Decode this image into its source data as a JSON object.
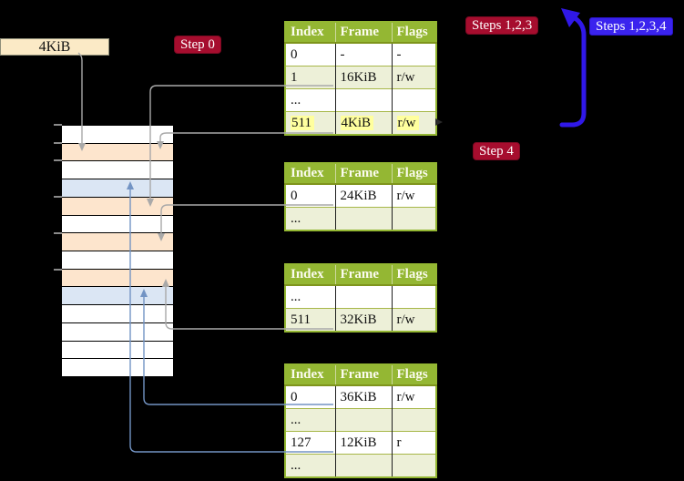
{
  "colors": {
    "background": "#000000",
    "frame_label_bg": "#fbeac6",
    "crimson_badge": "#a60d2e",
    "violet_badge": "#3a23ee",
    "violet_arrow": "#3018e8",
    "table_header_green": "#94b733",
    "table_row_green": "#edf0d8",
    "highlight_yellow": "#ffff9e",
    "mem_white": "#ffffff",
    "mem_peach": "#fde5cd",
    "mem_blue": "#dbe6f4",
    "arrow_gray": "#a9a9a9",
    "arrow_steel_blue": "#7394c4"
  },
  "frame_label": {
    "text": "4KiB"
  },
  "badges": {
    "step0": {
      "text": "Step 0"
    },
    "steps123": {
      "text": "Steps 1,2,3"
    },
    "steps1234": {
      "text": "Steps 1,2,3,4"
    },
    "step4": {
      "text": "Step 4"
    }
  },
  "memory_strip": {
    "row_colors": [
      "#ffffff",
      "#fde5cd",
      "#ffffff",
      "#dbe6f4",
      "#fde5cd",
      "#ffffff",
      "#fde5cd",
      "#ffffff",
      "#fde5cd",
      "#dbe6f4",
      "#ffffff",
      "#ffffff",
      "#ffffff",
      "#ffffff"
    ]
  },
  "tables": [
    {
      "headers": [
        "Index",
        "Frame",
        "Flags"
      ],
      "rows": [
        {
          "cells": [
            "0",
            "-",
            "-"
          ]
        },
        {
          "cells": [
            "1",
            "16KiB",
            "r/w"
          ]
        },
        {
          "cells": [
            "...",
            "",
            ""
          ]
        },
        {
          "cells": [
            "511",
            "4KiB",
            "r/w"
          ]
        }
      ]
    },
    {
      "headers": [
        "Index",
        "Frame",
        "Flags"
      ],
      "rows": [
        {
          "cells": [
            "0",
            "24KiB",
            "r/w"
          ]
        },
        {
          "cells": [
            "...",
            "",
            ""
          ]
        }
      ]
    },
    {
      "headers": [
        "Index",
        "Frame",
        "Flags"
      ],
      "rows": [
        {
          "cells": [
            "...",
            "",
            ""
          ]
        },
        {
          "cells": [
            "511",
            "32KiB",
            "r/w"
          ]
        }
      ]
    },
    {
      "headers": [
        "Index",
        "Frame",
        "Flags"
      ],
      "rows": [
        {
          "cells": [
            "0",
            "36KiB",
            "r/w"
          ]
        },
        {
          "cells": [
            "...",
            "",
            ""
          ]
        },
        {
          "cells": [
            "127",
            "12KiB",
            "r"
          ]
        },
        {
          "cells": [
            "...",
            "",
            ""
          ]
        }
      ]
    }
  ]
}
